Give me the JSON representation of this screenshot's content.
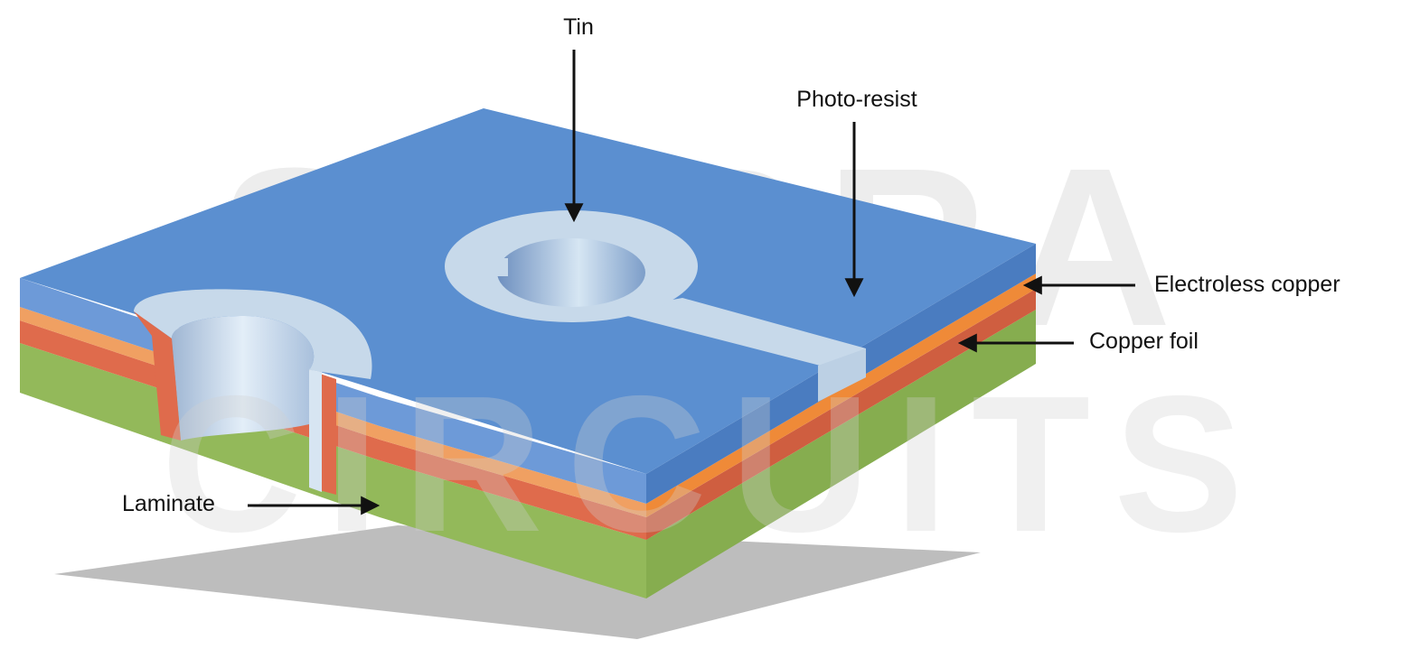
{
  "watermark": {
    "line1": "SIERRA",
    "line2": "CIRCUITS"
  },
  "labels": {
    "tin": "Tin",
    "photo_resist": "Photo-resist",
    "electroless_copper": "Electroless copper",
    "copper_foil": "Copper foil",
    "laminate": "Laminate"
  },
  "colors": {
    "photo_resist": "#5b8fd0",
    "photo_resist_side": "#4a7cc0",
    "tin": "#c7d9ea",
    "electroless_copper": "#f0a062",
    "copper_foil": "#df6b4c",
    "laminate": "#93b95a",
    "shadow": "#bdbdbd",
    "label_text": "#111111"
  }
}
